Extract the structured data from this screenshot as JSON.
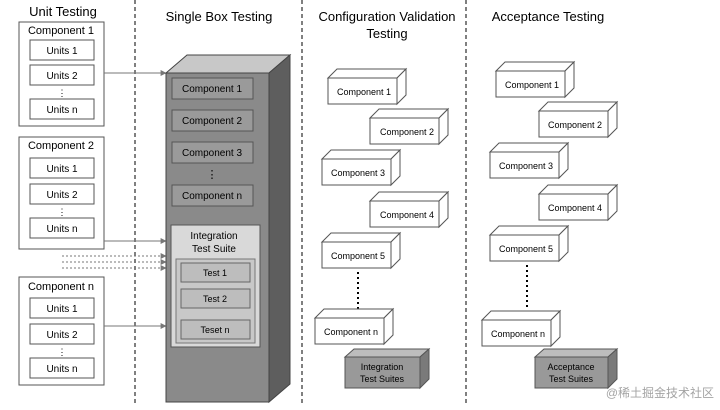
{
  "sections": {
    "unit": "Unit Testing",
    "single": "Single Box Testing",
    "config_line1": "Configuration Validation",
    "config_line2": "Testing",
    "acceptance": "Acceptance Testing"
  },
  "unit_groups": [
    {
      "title": "Component 1",
      "units": [
        "Units 1",
        "Units 2",
        "Units n"
      ]
    },
    {
      "title": "Component 2",
      "units": [
        "Units 1",
        "Units 2",
        "Units n"
      ]
    },
    {
      "title": "Component n",
      "units": [
        "Units 1",
        "Units 2",
        "Units n"
      ]
    }
  ],
  "single_box": {
    "components": [
      "Component 1",
      "Component 2",
      "Component 3",
      "Component n"
    ],
    "suite_title_line1": "Integration",
    "suite_title_line2": "Test Suite",
    "tests": [
      "Test 1",
      "Test 2",
      "Teset n"
    ]
  },
  "config_validation": {
    "components": [
      "Component 1",
      "Component 2",
      "Component 3",
      "Component 4",
      "Component 5",
      "Component n"
    ],
    "suite_line1": "Integration",
    "suite_line2": "Test Suites"
  },
  "acceptance": {
    "components": [
      "Component 1",
      "Component 2",
      "Component 3",
      "Component 4",
      "Component 5",
      "Component n"
    ],
    "suite_line1": "Acceptance",
    "suite_line2": "Test Suites"
  },
  "watermark": "@稀土掘金技术社区",
  "colors": {
    "tower_front": "#8a8a8a",
    "tower_side": "#5e5e5e",
    "tower_top": "#c8c8c8",
    "slot_fill": "#9a9a9a",
    "suite_panel": "#d9d9d9",
    "suite_box_front": "#999999"
  }
}
